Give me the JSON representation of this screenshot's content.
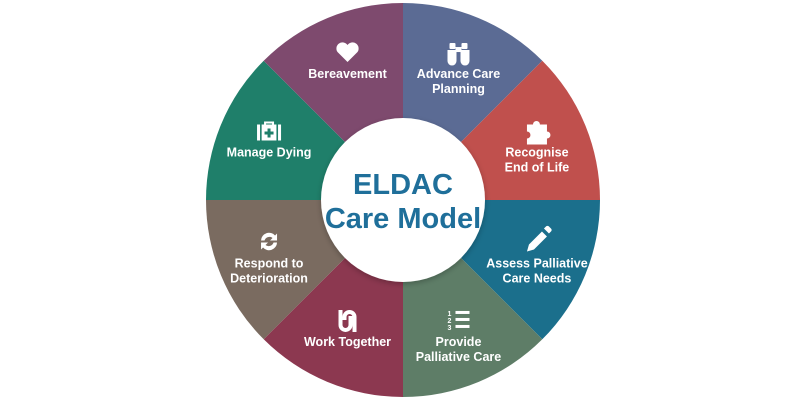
{
  "center": {
    "line1": "ELDAC",
    "line2": "Care Model",
    "text_color": "#1f6f9a",
    "fill": "#ffffff"
  },
  "segments": [
    {
      "id": "advance-care-planning",
      "lines": [
        "Advance Care",
        "Planning"
      ],
      "color": "#5b6b94",
      "icon": "binoculars-icon"
    },
    {
      "id": "recognise-end-of-life",
      "lines": [
        "Recognise",
        "End of Life"
      ],
      "color": "#c0504d",
      "icon": "puzzle-piece-icon"
    },
    {
      "id": "assess-palliative-care-needs",
      "lines": [
        "Assess Palliative",
        "Care Needs"
      ],
      "color": "#1b6f8c",
      "icon": "pencil-icon"
    },
    {
      "id": "provide-palliative-care",
      "lines": [
        "Provide",
        "Palliative Care"
      ],
      "color": "#5e7d67",
      "icon": "numbered-list-icon"
    },
    {
      "id": "work-together",
      "lines": [
        "Work Together"
      ],
      "color": "#8c3850",
      "icon": "linked-hands-icon"
    },
    {
      "id": "respond-to-deterioration",
      "lines": [
        "Respond to",
        "Deterioration"
      ],
      "color": "#7a6b60",
      "icon": "refresh-icon"
    },
    {
      "id": "manage-dying",
      "lines": [
        "Manage Dying"
      ],
      "color": "#1f7f6a",
      "icon": "medical-kit-icon"
    },
    {
      "id": "bereavement",
      "lines": [
        "Bereavement"
      ],
      "color": "#7e4a6e",
      "icon": "heart-icon"
    }
  ]
}
